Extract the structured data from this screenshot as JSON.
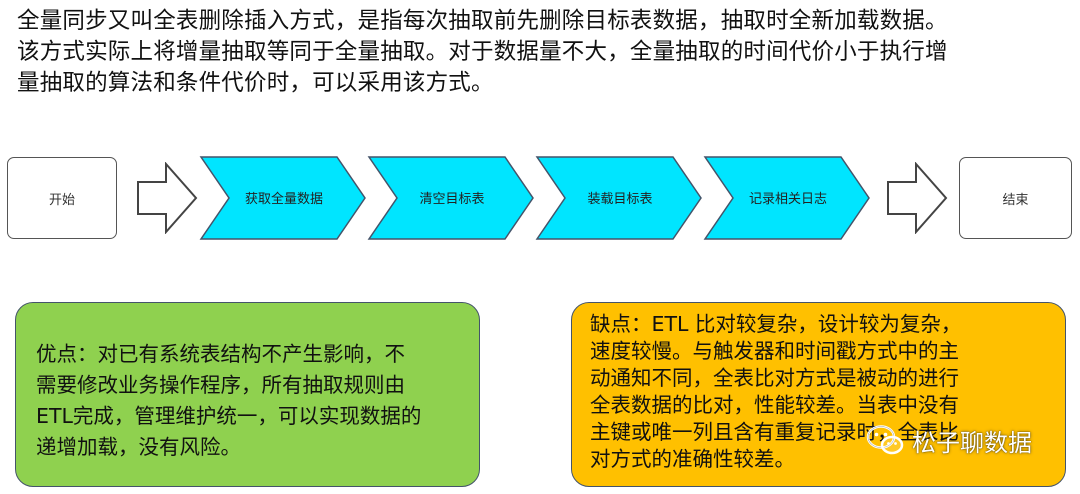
{
  "intro": {
    "line1": "全量同步又叫全表删除插入方式，是指每次抽取前先删除目标表数据，抽取时全新加载数据。",
    "line2": "该方式实际上将增量抽取等同于全量抽取。对于数据量不大，全量抽取的时间代价小于执行增",
    "line3": "量抽取的算法和条件代价时，可以采用该方式。"
  },
  "flow": {
    "start": "开始",
    "steps": [
      "获取全量数据",
      "清空目标表",
      "装载目标表",
      "记录相关日志"
    ],
    "end": "结束"
  },
  "advantages": {
    "line1": "优点：对已有系统表结构不产生影响，不",
    "line2": "需要修改业务操作程序，所有抽取规则由",
    "line3": "ETL完成，管理维护统一，可以实现数据的",
    "line4": "递增加载，没有风险。"
  },
  "disadvantages": {
    "line1": "缺点：ETL 比对较复杂，设计较为复杂，",
    "line2": "速度较慢。与触发器和时间戳方式中的主",
    "line3": "动通知不同，全表比对方式是被动的进行",
    "line4": "全表数据的比对，性能较差。当表中没有",
    "line5": "主键或唯一列且含有重复记录时，全表比",
    "line6": "对方式的准确性较差。"
  },
  "watermark": {
    "text": "松子聊数据",
    "icon": "wechat-icon"
  },
  "colors": {
    "chevron_fill": "#00e5ff",
    "chevron_stroke": "#44546a",
    "advantages_bg": "#8fd14f",
    "disadvantages_bg": "#ffc000"
  }
}
